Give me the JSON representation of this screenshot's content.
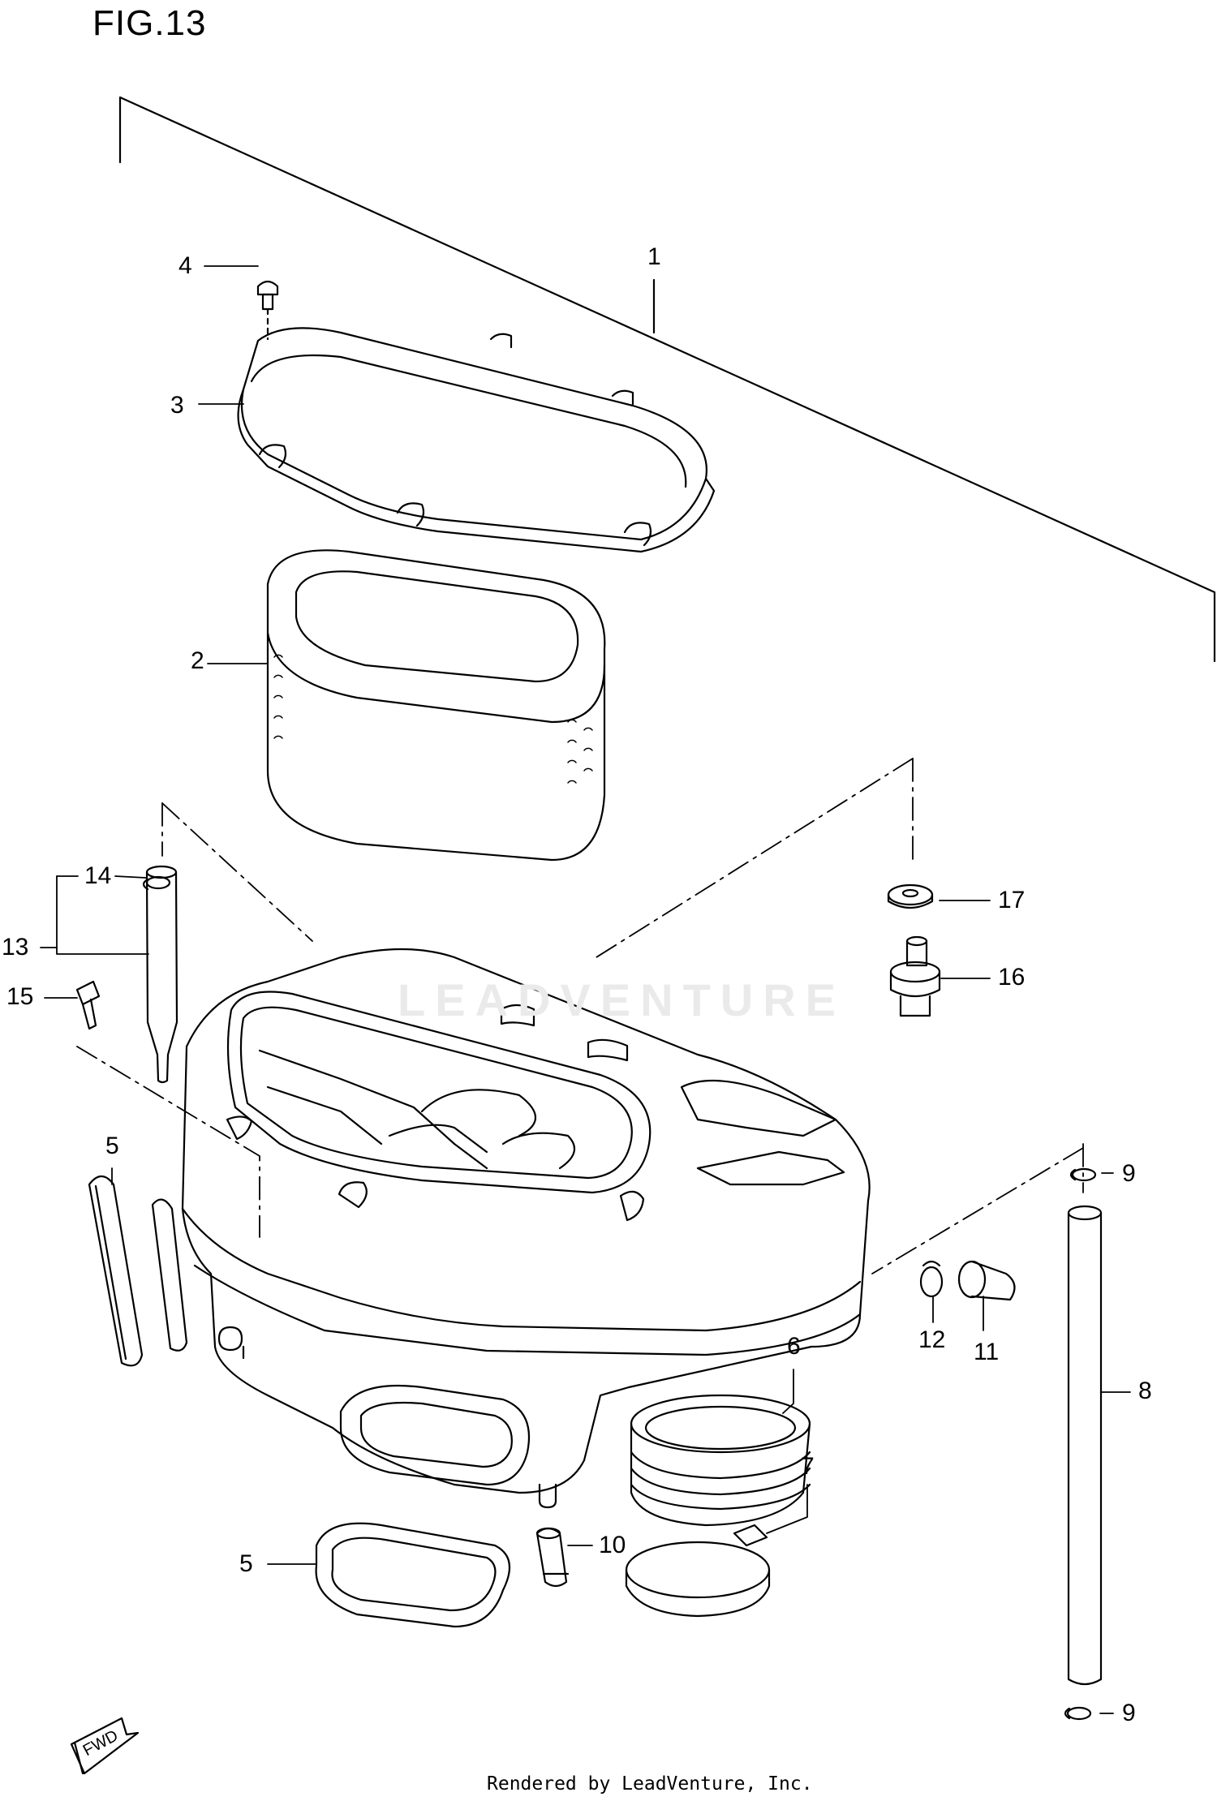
{
  "figure": {
    "title": "FIG.13",
    "footer": "Rendered by LeadVenture, Inc.",
    "watermark_text": "LEADVENTURE",
    "fwd_label": "FWD"
  },
  "callouts": [
    {
      "id": "c1",
      "label": "1"
    },
    {
      "id": "c2",
      "label": "2"
    },
    {
      "id": "c3",
      "label": "3"
    },
    {
      "id": "c4",
      "label": "4"
    },
    {
      "id": "c5a",
      "label": "5"
    },
    {
      "id": "c5b",
      "label": "5"
    },
    {
      "id": "c6",
      "label": "6"
    },
    {
      "id": "c7",
      "label": "7"
    },
    {
      "id": "c8",
      "label": "8"
    },
    {
      "id": "c9a",
      "label": "9"
    },
    {
      "id": "c9b",
      "label": "9"
    },
    {
      "id": "c10",
      "label": "10"
    },
    {
      "id": "c11",
      "label": "11"
    },
    {
      "id": "c12",
      "label": "12"
    },
    {
      "id": "c13",
      "label": "13"
    },
    {
      "id": "c14",
      "label": "14"
    },
    {
      "id": "c15",
      "label": "15"
    },
    {
      "id": "c16",
      "label": "16"
    },
    {
      "id": "c17",
      "label": "17"
    }
  ],
  "colors": {
    "line": "#000000",
    "background": "#ffffff",
    "watermark": "#eaeaea"
  }
}
